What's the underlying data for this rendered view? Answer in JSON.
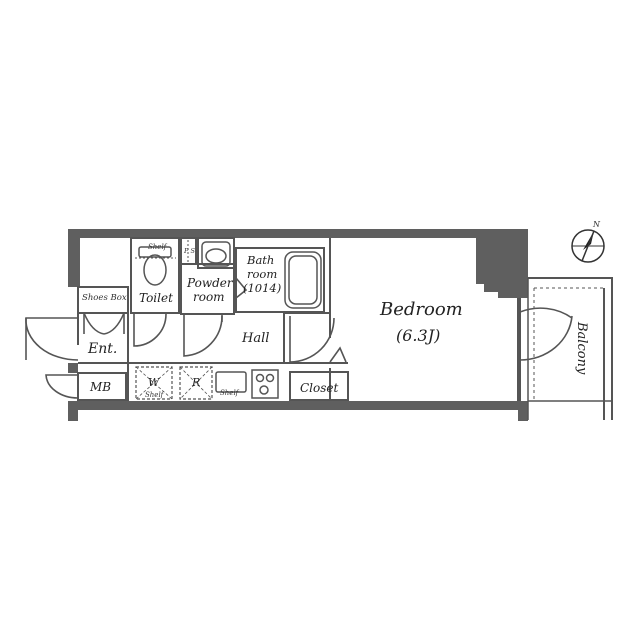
{
  "rooms": {
    "shoes_box": "Shoes Box",
    "shelf_toilet": "Shelf",
    "ps": "P S",
    "toilet": "Toilet",
    "powder_1": "Powder",
    "powder_2": "room",
    "bath_1": "Bath",
    "bath_2": "room",
    "bath_3": "(1014)",
    "bedroom": "Bedroom",
    "bedroom_size": "(6.3J)",
    "entrance": "Ent.",
    "hall": "Hall",
    "mb": "MB",
    "w": "W",
    "shelf_w": "Shelf",
    "r": "R",
    "shelf_k": "Shelf",
    "closet": "Closet",
    "balcony": "Balcony"
  },
  "compass": {
    "label": "N"
  }
}
